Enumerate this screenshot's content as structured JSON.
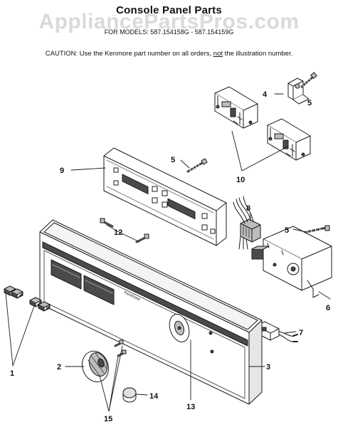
{
  "title": "Console Panel Parts",
  "models_line": "FOR MODELS: 587.154158G - 587.154159G",
  "watermark": "AppliancePartsPros.com",
  "caution": {
    "prefix": "CAUTION:  Use the Kenmore part number on all orders, ",
    "emphasis": "not",
    "suffix": " the illustration number."
  },
  "brand_label": "Kenmore",
  "callouts": {
    "c1": "1",
    "c2": "2",
    "c3": "3",
    "c4": "4",
    "c5a": "5",
    "c5b": "5",
    "c5c": "5",
    "c6": "6",
    "c7": "7",
    "c8": "8",
    "c9": "9",
    "c10": "10",
    "c12": "12",
    "c13": "13",
    "c14": "14",
    "c15": "15"
  },
  "colors": {
    "line": "#1a1a1a",
    "shade": "#bdbdbd",
    "dark": "#4a4a4a"
  }
}
